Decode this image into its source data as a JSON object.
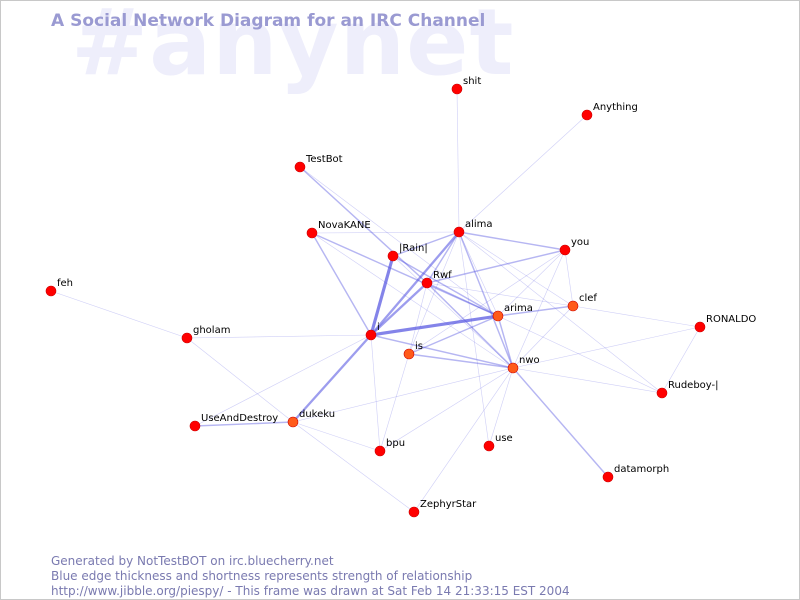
{
  "watermark": "#anynet",
  "title": "A Social Network Diagram for an IRC Channel",
  "colors": {
    "node": "#ff0000",
    "node_alt": "#ff5a1a",
    "node_stroke": "#cc0000",
    "edge": "#5050e0",
    "title": "#9a9ad2",
    "footer": "#7a7ab0",
    "watermark": "#eeeefb"
  },
  "footer": {
    "line1": "Generated by NotTestBOT on irc.bluecherry.net",
    "line2": "Blue edge thickness and shortness represents strength of relationship",
    "line3": "http://www.jibble.org/piespy/ - This frame was drawn at Sat Feb 14 21:33:15 EST 2004"
  },
  "nodes": [
    {
      "id": "shit",
      "label": "shit"
    },
    {
      "id": "anything",
      "label": "Anything"
    },
    {
      "id": "testbot",
      "label": "TestBot"
    },
    {
      "id": "alima",
      "label": "alima"
    },
    {
      "id": "novakane",
      "label": "NovaKANE"
    },
    {
      "id": "rain",
      "label": "|Rain|"
    },
    {
      "id": "you",
      "label": "you"
    },
    {
      "id": "rwf",
      "label": "Rwf"
    },
    {
      "id": "feh",
      "label": "feh"
    },
    {
      "id": "clef",
      "label": "clef"
    },
    {
      "id": "arima",
      "label": "arima"
    },
    {
      "id": "ronaldo",
      "label": "RONALDO"
    },
    {
      "id": "gholam",
      "label": "gholam"
    },
    {
      "id": "i",
      "label": "i"
    },
    {
      "id": "is",
      "label": "is"
    },
    {
      "id": "nwo",
      "label": "nwo"
    },
    {
      "id": "rudeboy",
      "label": "Rudeboy-|"
    },
    {
      "id": "useanddestroy",
      "label": "UseAndDestroy"
    },
    {
      "id": "dukeku",
      "label": "dukeku"
    },
    {
      "id": "bpu",
      "label": "bpu"
    },
    {
      "id": "use",
      "label": "use"
    },
    {
      "id": "datamorph",
      "label": "datamorph"
    },
    {
      "id": "zephyrstar",
      "label": "ZephyrStar"
    }
  ],
  "edges": [
    {
      "source": "shit",
      "target": "alima",
      "weight": 1
    },
    {
      "source": "anything",
      "target": "alima",
      "weight": 1
    },
    {
      "source": "testbot",
      "target": "rwf",
      "weight": 2
    },
    {
      "source": "testbot",
      "target": "arima",
      "weight": 1
    },
    {
      "source": "alima",
      "target": "rain",
      "weight": 2
    },
    {
      "source": "alima",
      "target": "rwf",
      "weight": 2
    },
    {
      "source": "alima",
      "target": "i",
      "weight": 3
    },
    {
      "source": "alima",
      "target": "you",
      "weight": 2
    },
    {
      "source": "alima",
      "target": "clef",
      "weight": 1
    },
    {
      "source": "alima",
      "target": "arima",
      "weight": 1
    },
    {
      "source": "alima",
      "target": "nwo",
      "weight": 2
    },
    {
      "source": "alima",
      "target": "is",
      "weight": 1
    },
    {
      "source": "alima",
      "target": "novakane",
      "weight": 1
    },
    {
      "source": "alima",
      "target": "use",
      "weight": 1
    },
    {
      "source": "alima",
      "target": "rudeboy",
      "weight": 1
    },
    {
      "source": "novakane",
      "target": "i",
      "weight": 2
    },
    {
      "source": "novakane",
      "target": "arima",
      "weight": 2
    },
    {
      "source": "novakane",
      "target": "nwo",
      "weight": 1
    },
    {
      "source": "rain",
      "target": "i",
      "weight": 4
    },
    {
      "source": "rain",
      "target": "arima",
      "weight": 2
    },
    {
      "source": "rain",
      "target": "nwo",
      "weight": 1
    },
    {
      "source": "rwf",
      "target": "i",
      "weight": 3
    },
    {
      "source": "rwf",
      "target": "arima",
      "weight": 2
    },
    {
      "source": "rwf",
      "target": "nwo",
      "weight": 2
    },
    {
      "source": "rwf",
      "target": "you",
      "weight": 2
    },
    {
      "source": "rwf",
      "target": "is",
      "weight": 1
    },
    {
      "source": "rwf",
      "target": "clef",
      "weight": 1
    },
    {
      "source": "you",
      "target": "arima",
      "weight": 1
    },
    {
      "source": "you",
      "target": "nwo",
      "weight": 1
    },
    {
      "source": "you",
      "target": "clef",
      "weight": 1
    },
    {
      "source": "you",
      "target": "is",
      "weight": 1
    },
    {
      "source": "clef",
      "target": "arima",
      "weight": 2
    },
    {
      "source": "clef",
      "target": "nwo",
      "weight": 1
    },
    {
      "source": "clef",
      "target": "ronaldo",
      "weight": 1
    },
    {
      "source": "arima",
      "target": "i",
      "weight": 4
    },
    {
      "source": "arima",
      "target": "nwo",
      "weight": 2
    },
    {
      "source": "arima",
      "target": "is",
      "weight": 2
    },
    {
      "source": "arima",
      "target": "rudeboy",
      "weight": 1
    },
    {
      "source": "i",
      "target": "nwo",
      "weight": 2
    },
    {
      "source": "i",
      "target": "gholam",
      "weight": 1
    },
    {
      "source": "i",
      "target": "dukeku",
      "weight": 3
    },
    {
      "source": "i",
      "target": "bpu",
      "weight": 1
    },
    {
      "source": "i",
      "target": "useanddestroy",
      "weight": 1
    },
    {
      "source": "is",
      "target": "nwo",
      "weight": 2
    },
    {
      "source": "is",
      "target": "bpu",
      "weight": 1
    },
    {
      "source": "nwo",
      "target": "ronaldo",
      "weight": 1
    },
    {
      "source": "nwo",
      "target": "rudeboy",
      "weight": 1
    },
    {
      "source": "nwo",
      "target": "datamorph",
      "weight": 2
    },
    {
      "source": "nwo",
      "target": "use",
      "weight": 1
    },
    {
      "source": "nwo",
      "target": "dukeku",
      "weight": 1
    },
    {
      "source": "nwo",
      "target": "zephyrstar",
      "weight": 1
    },
    {
      "source": "nwo",
      "target": "bpu",
      "weight": 1
    },
    {
      "source": "ronaldo",
      "target": "rudeboy",
      "weight": 1
    },
    {
      "source": "feh",
      "target": "gholam",
      "weight": 1
    },
    {
      "source": "gholam",
      "target": "dukeku",
      "weight": 1
    },
    {
      "source": "useanddestroy",
      "target": "dukeku",
      "weight": 2
    },
    {
      "source": "dukeku",
      "target": "bpu",
      "weight": 1
    },
    {
      "source": "dukeku",
      "target": "zephyrstar",
      "weight": 1
    }
  ]
}
